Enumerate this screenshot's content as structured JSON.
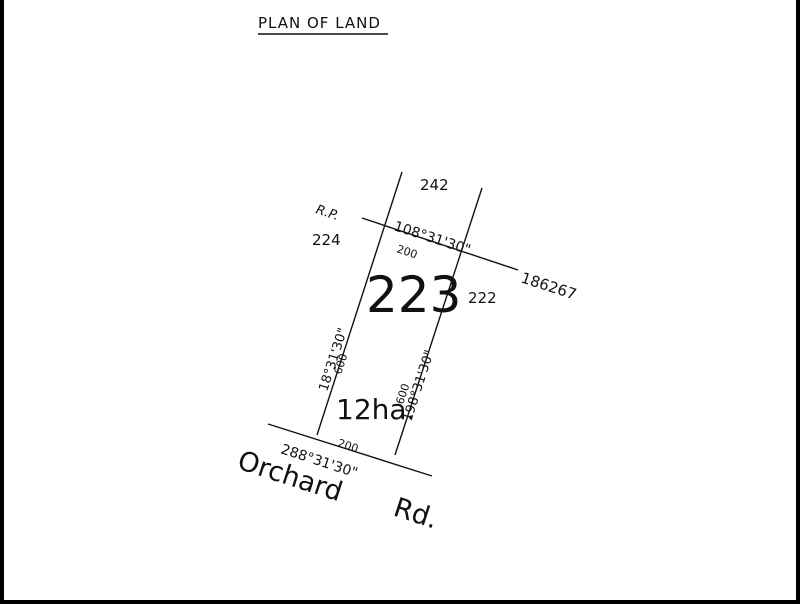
{
  "title": "PLAN OF LAND",
  "lot_number": "223",
  "area": "12ha.",
  "road_name": "Orchard",
  "road_suffix": "Rd.",
  "adjoining_lots": {
    "north": "242",
    "west": "224",
    "east": "222"
  },
  "plan_reference": {
    "prefix": "R.P.",
    "number": "186267"
  },
  "boundaries": {
    "north_bearing": "108°31'30\"",
    "north_length": "200",
    "south_bearing": "288°31'30\"",
    "south_length": "200",
    "west_bearing": "18°31'30\"",
    "west_length": "600",
    "east_bearing": "198°31'30\"",
    "east_length": "600"
  },
  "colors": {
    "paper": "#FFFFFF",
    "ink": "#111111",
    "frame": "#000000"
  }
}
